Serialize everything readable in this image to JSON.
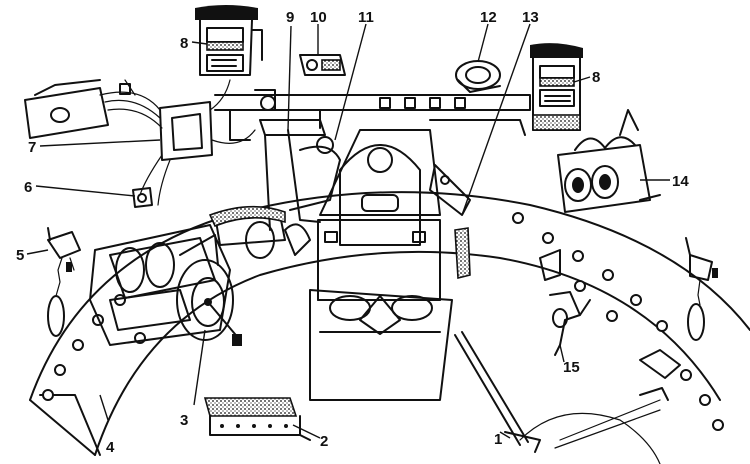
{
  "figure": {
    "callouts": [
      {
        "id": "c1",
        "text": "1"
      },
      {
        "id": "c2",
        "text": "2"
      },
      {
        "id": "c3",
        "text": "3"
      },
      {
        "id": "c4",
        "text": "4"
      },
      {
        "id": "c5",
        "text": "5"
      },
      {
        "id": "c6",
        "text": "6"
      },
      {
        "id": "c7",
        "text": "7"
      },
      {
        "id": "c8a",
        "text": "8"
      },
      {
        "id": "c8b",
        "text": "8"
      },
      {
        "id": "c9",
        "text": "9"
      },
      {
        "id": "c10",
        "text": "10"
      },
      {
        "id": "c11",
        "text": "11"
      },
      {
        "id": "c12",
        "text": "12"
      },
      {
        "id": "c13",
        "text": "13"
      },
      {
        "id": "c14",
        "text": "14"
      },
      {
        "id": "c15",
        "text": "15"
      }
    ]
  }
}
